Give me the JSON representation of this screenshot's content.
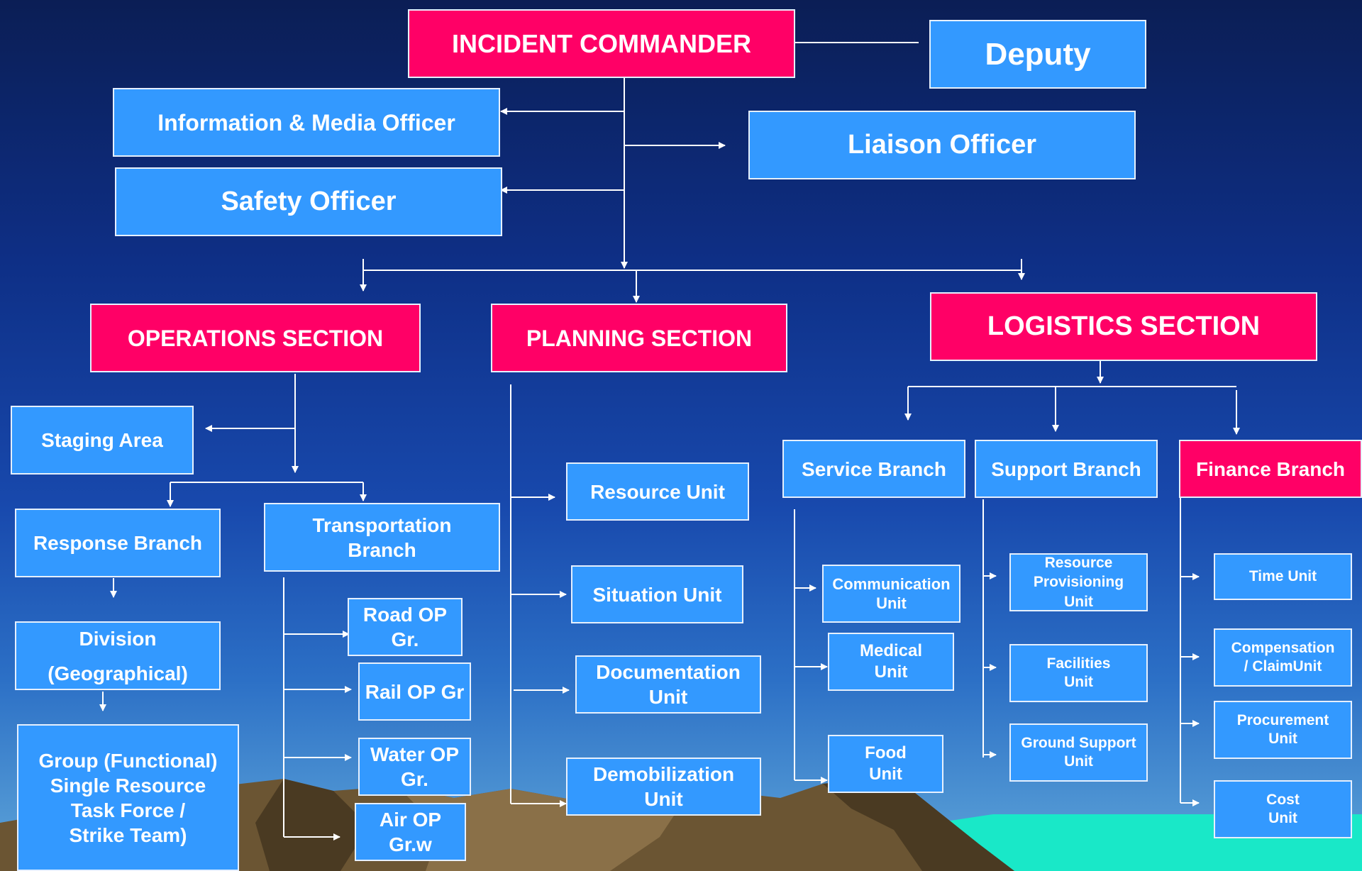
{
  "colors": {
    "section": "#ff0066",
    "unit": "#3399ff",
    "line": "#ffffff",
    "background_top": "#0b1e55",
    "background_bottom": "#5fa6d9",
    "sea": "#19e8c8",
    "mountain": "#6b5533"
  },
  "nodes": {
    "incident_commander": "INCIDENT COMMANDER",
    "deputy": "Deputy",
    "information_media_officer": "Information & Media Officer",
    "liaison_officer": "Liaison Officer",
    "safety_officer": "Safety Officer",
    "operations_section": "OPERATIONS SECTION",
    "planning_section": "PLANNING SECTION",
    "logistics_section": "LOGISTICS SECTION",
    "staging_area": "Staging Area",
    "response_branch": "Response Branch",
    "transportation_branch": "Transportation\nBranch",
    "division": "Division\n(Geographical)",
    "group_functional": "Group (Functional)\nSingle Resource\nTask Force /\nStrike Team)",
    "road_op": "Road OP Gr.",
    "rail_op": "Rail OP Gr",
    "water_op": "Water OP Gr.",
    "air_op": "Air OP Gr.w",
    "resource_unit": "Resource Unit",
    "situation_unit": "Situation Unit",
    "documentation_unit": "Documentation\nUnit",
    "demobilization_unit": "Demobilization\nUnit",
    "service_branch": "Service Branch",
    "support_branch": "Support Branch",
    "finance_branch": "Finance Branch",
    "communication_unit": "Communication\nUnit",
    "medical_unit": "Medical\nUnit",
    "food_unit": "Food\nUnit",
    "resource_provisioning_unit": "Resource\nProvisioning\nUnit",
    "facilities_unit": "Facilities\nUnit",
    "ground_support_unit": "Ground Support\nUnit",
    "time_unit": "Time Unit",
    "compensation_claim_unit": "Compensation\n/ ClaimUnit",
    "procurement_unit": "Procurement\nUnit",
    "cost_unit": "Cost\nUnit"
  }
}
